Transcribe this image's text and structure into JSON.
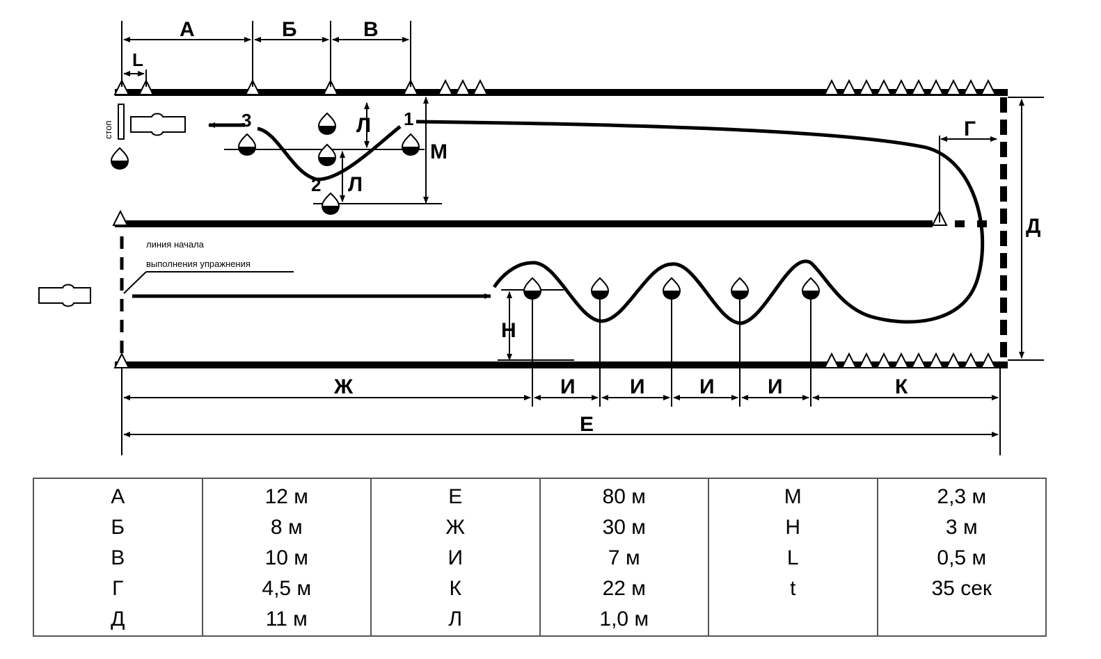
{
  "diagram": {
    "dim_labels": {
      "a": "А",
      "b": "Б",
      "v": "В",
      "g": "Г",
      "d": "Д",
      "e": "Е",
      "zh": "Ж",
      "i": "И",
      "k": "К",
      "l_cyr": "Л",
      "m": "М",
      "n": "Н",
      "l_lat": "L"
    },
    "stop_label": "стоп",
    "slalom_points": [
      "1",
      "2",
      "3"
    ],
    "start_line_label": [
      "линия начала",
      "выполнения упражнения"
    ]
  },
  "legend": {
    "columns": [
      {
        "labels": [
          "А",
          "Б",
          "В",
          "Г",
          "Д"
        ]
      },
      {
        "values": [
          "12 м",
          "8 м",
          "10 м",
          "4,5 м",
          "11 м"
        ]
      },
      {
        "labels": [
          "Е",
          "Ж",
          "И",
          "К",
          "Л"
        ]
      },
      {
        "values": [
          "80 м",
          "30 м",
          "7 м",
          "22 м",
          "1,0 м"
        ]
      },
      {
        "labels": [
          "М",
          "Н",
          "L",
          "t"
        ]
      },
      {
        "values": [
          "2,3 м",
          "3 м",
          "0,5 м",
          "35 сек"
        ]
      }
    ]
  }
}
